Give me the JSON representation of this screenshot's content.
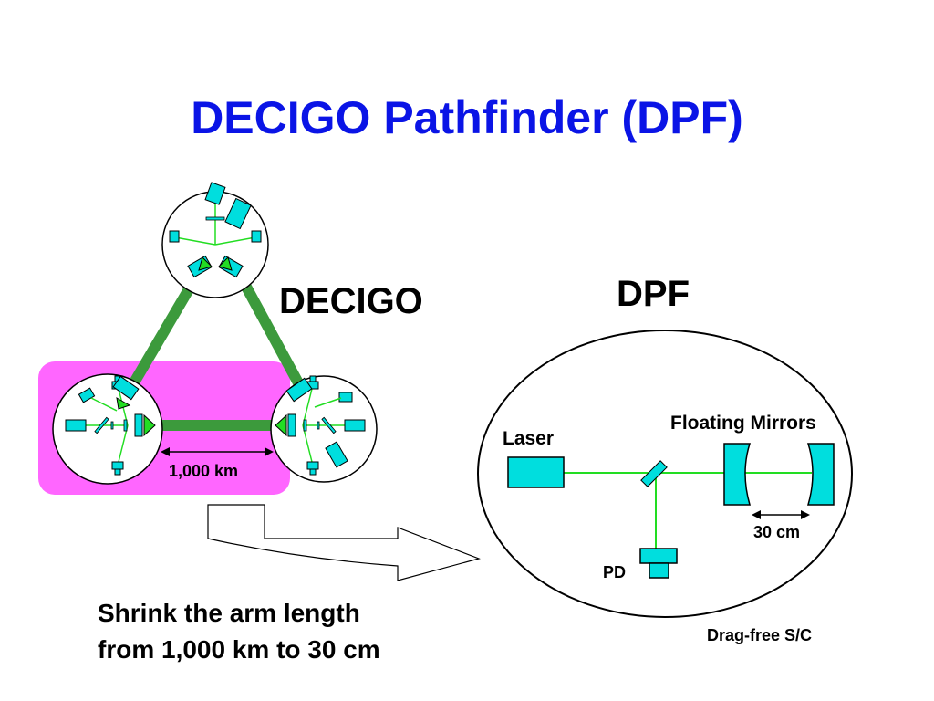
{
  "title": "DECIGO Pathfinder (DPF)",
  "decigo_label": "DECIGO",
  "dpf_label": "DPF",
  "arm_length_label": "1,000 km",
  "laser_label": "Laser",
  "mirrors_label": "Floating Mirrors",
  "cavity_label": "30 cm",
  "pd_label": "PD",
  "spacecraft_label": "Drag-free S/C",
  "caption_line1": "Shrink the arm length",
  "caption_line2": "from 1,000 km to 30 cm",
  "colors": {
    "title": "#0a14e6",
    "beam": "#3c9a3c",
    "laser_beam": "#22dd22",
    "component": "#00dede",
    "highlight": "#ff66ff"
  }
}
